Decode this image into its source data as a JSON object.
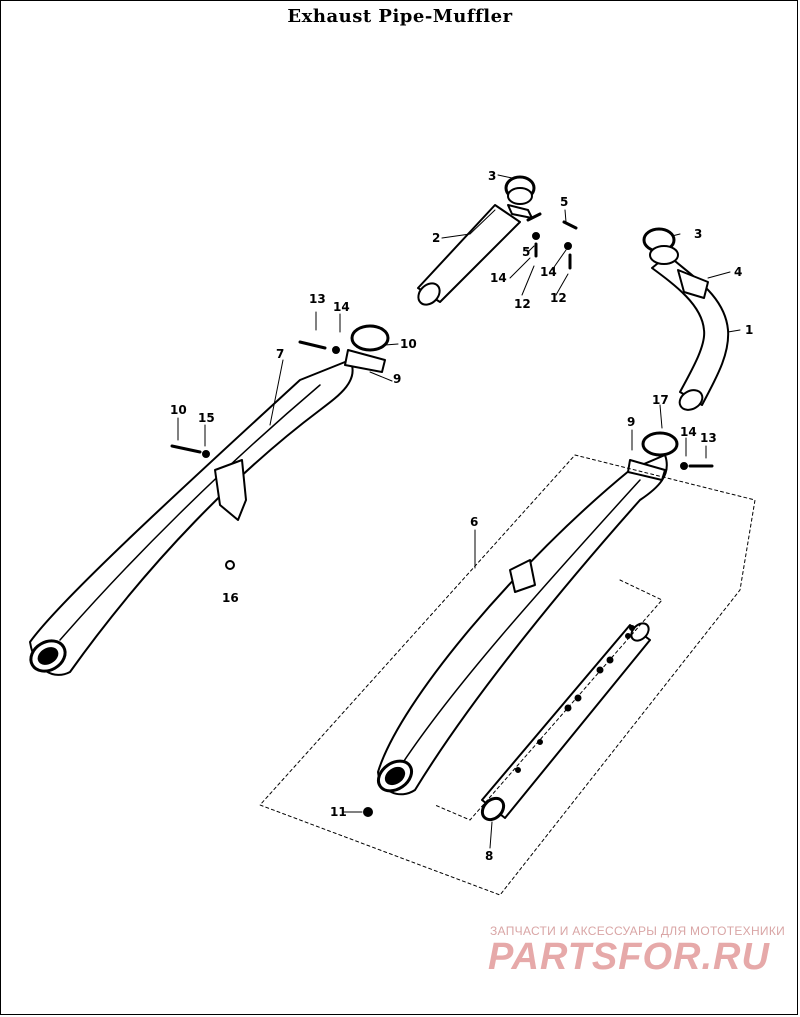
{
  "title": "Exhaust Pipe-Muffler",
  "watermark": {
    "line1": "ЗАПЧАСТИ И АКСЕССУАРЫ ДЛЯ МОТОТЕХНИКИ",
    "logo": "PARTSFOR.RU"
  },
  "callouts": {
    "c1": "1",
    "c2": "2",
    "c3a": "3",
    "c3b": "3",
    "c4": "4",
    "c5a": "5",
    "c5b": "5",
    "c6": "6",
    "c7": "7",
    "c8": "8",
    "c9a": "9",
    "c9b": "9",
    "c10a": "10",
    "c10b": "10",
    "c11": "11",
    "c12a": "12",
    "c12b": "12",
    "c13a": "13",
    "c13b": "13",
    "c14a": "14",
    "c14b": "14",
    "c14c": "14",
    "c14d": "14",
    "c15": "15",
    "c16": "16",
    "c17": "17"
  },
  "colors": {
    "ink": "#000000",
    "paper": "#ffffff",
    "watermark": "#e6a9a9"
  }
}
